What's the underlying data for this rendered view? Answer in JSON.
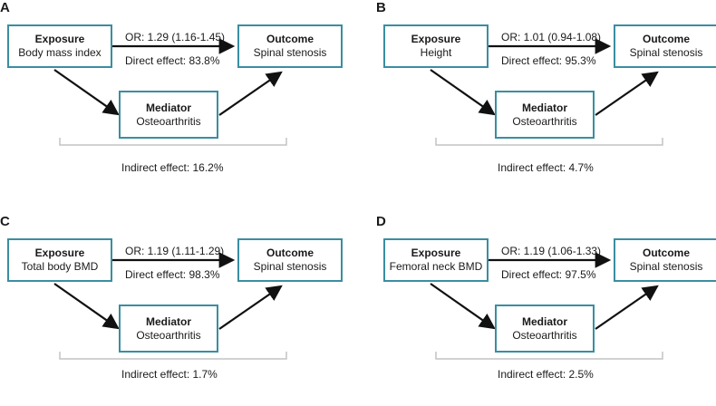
{
  "panels": [
    {
      "label": "A",
      "exposure_title": "Exposure",
      "exposure_name": "Body mass index",
      "outcome_title": "Outcome",
      "outcome_name": "Spinal stenosis",
      "mediator_title": "Mediator",
      "mediator_name": "Osteoarthritis",
      "or_text": "OR: 1.29 (1.16-1.45)",
      "direct_text": "Direct effect: 83.8%",
      "indirect_text": "Indirect effect: 16.2%"
    },
    {
      "label": "B",
      "exposure_title": "Exposure",
      "exposure_name": "Height",
      "outcome_title": "Outcome",
      "outcome_name": "Spinal stenosis",
      "mediator_title": "Mediator",
      "mediator_name": "Osteoarthritis",
      "or_text": "OR: 1.01 (0.94-1.08)",
      "direct_text": "Direct effect: 95.3%",
      "indirect_text": "Indirect effect: 4.7%"
    },
    {
      "label": "C",
      "exposure_title": "Exposure",
      "exposure_name": "Total body BMD",
      "outcome_title": "Outcome",
      "outcome_name": "Spinal stenosis",
      "mediator_title": "Mediator",
      "mediator_name": "Osteoarthritis",
      "or_text": "OR: 1.19 (1.11-1.29)",
      "direct_text": "Direct effect: 98.3%",
      "indirect_text": "Indirect effect: 1.7%"
    },
    {
      "label": "D",
      "exposure_title": "Exposure",
      "exposure_name": "Femoral neck BMD",
      "outcome_title": "Outcome",
      "outcome_name": "Spinal stenosis",
      "mediator_title": "Mediator",
      "mediator_name": "Osteoarthritis",
      "or_text": "OR: 1.19 (1.06-1.33)",
      "direct_text": "Direct effect: 97.5%",
      "indirect_text": "Indirect effect: 2.5%"
    }
  ],
  "colors": {
    "box_border": "#3a8ea0",
    "arrow": "#111111",
    "bracket": "#c4c4c4"
  }
}
